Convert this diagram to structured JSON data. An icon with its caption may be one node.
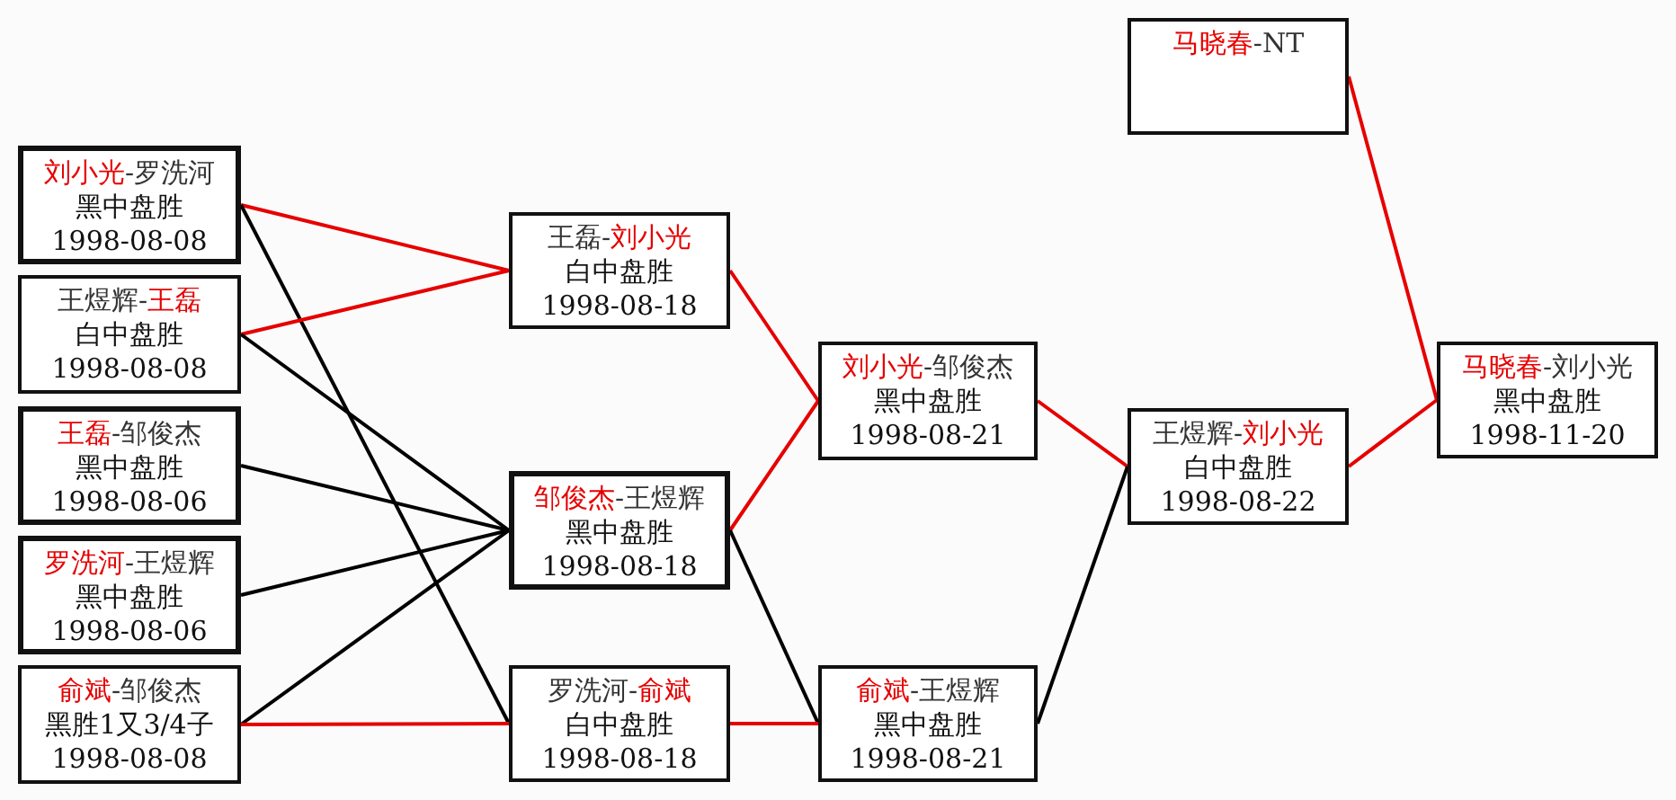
{
  "diagram": {
    "nodes": [
      {
        "text": [
          "刘小光-罗洗河",
          "黑中盘胜",
          "1998-08-08"
        ]
      },
      {
        "text": [
          "王煜辉-王磊",
          "白中盘胜",
          "1998-08-08"
        ]
      },
      {
        "text": [
          "王磊-邹俊杰",
          "黑中盘胜",
          "1998-08-06"
        ]
      },
      {
        "text": [
          "罗洗河-王煜辉",
          "黑中盘胜",
          "1998-08-06"
        ]
      },
      {
        "text": [
          "俞斌-邹俊杰",
          "黑胜1又3/4子",
          "1998-08-08"
        ]
      },
      {
        "text": [
          "王磊-刘小光",
          "白中盘胜",
          "1998-08-18"
        ]
      },
      {
        "text": [
          "邹俊杰-王煜辉",
          "黑中盘胜",
          "1998-08-18"
        ]
      },
      {
        "text": [
          "罗洗河-俞斌",
          "白中盘胜",
          "1998-08-18"
        ]
      },
      {
        "text": [
          "刘小光-邹俊杰",
          "黑中盘胜",
          "1998-08-21"
        ]
      },
      {
        "text": [
          "俞斌-王煜辉",
          "黑中盘胜",
          "1998-08-21"
        ]
      },
      {
        "text": [
          "王煜辉-刘小光",
          "白中盘胜",
          "1998-08-22"
        ]
      },
      {
        "text": [
          "马晓春-NT"
        ]
      },
      {
        "text": [
          "马晓春-刘小光",
          "黑中盘胜",
          "1998-11-20"
        ]
      }
    ],
    "edges": [
      {
        "from": 0,
        "to": 5,
        "arrow": "none"
      },
      {
        "from": 0,
        "to": 7,
        "arrow": "none",
        "color": "#000000"
      },
      {
        "from": 1,
        "to": 5,
        "arrow": "none"
      },
      {
        "from": 1,
        "to": 6,
        "arrow": "none",
        "color": "#000000"
      },
      {
        "from": 2,
        "to": 6,
        "arrow": "none",
        "color": "#000000"
      },
      {
        "from": 3,
        "to": 6,
        "arrow": "none",
        "color": "#000000"
      },
      {
        "from": 4,
        "to": 6,
        "arrow": "none",
        "color": "#000000"
      },
      {
        "from": 4,
        "to": 7,
        "arrow": "none"
      },
      {
        "from": 5,
        "to": 8,
        "arrow": "none"
      },
      {
        "from": 6,
        "to": 8,
        "arrow": "none"
      },
      {
        "from": 6,
        "to": 9,
        "arrow": "none",
        "color": "#000000"
      },
      {
        "from": 7,
        "to": 9,
        "arrow": "none"
      },
      {
        "from": 8,
        "to": 10,
        "arrow": "none"
      },
      {
        "from": 9,
        "to": 10,
        "arrow": "none",
        "color": "#000000"
      },
      {
        "from": 10,
        "to": 12,
        "arrow": "none"
      },
      {
        "from": 11,
        "to": 12,
        "arrow": "none"
      }
    ]
  }
}
